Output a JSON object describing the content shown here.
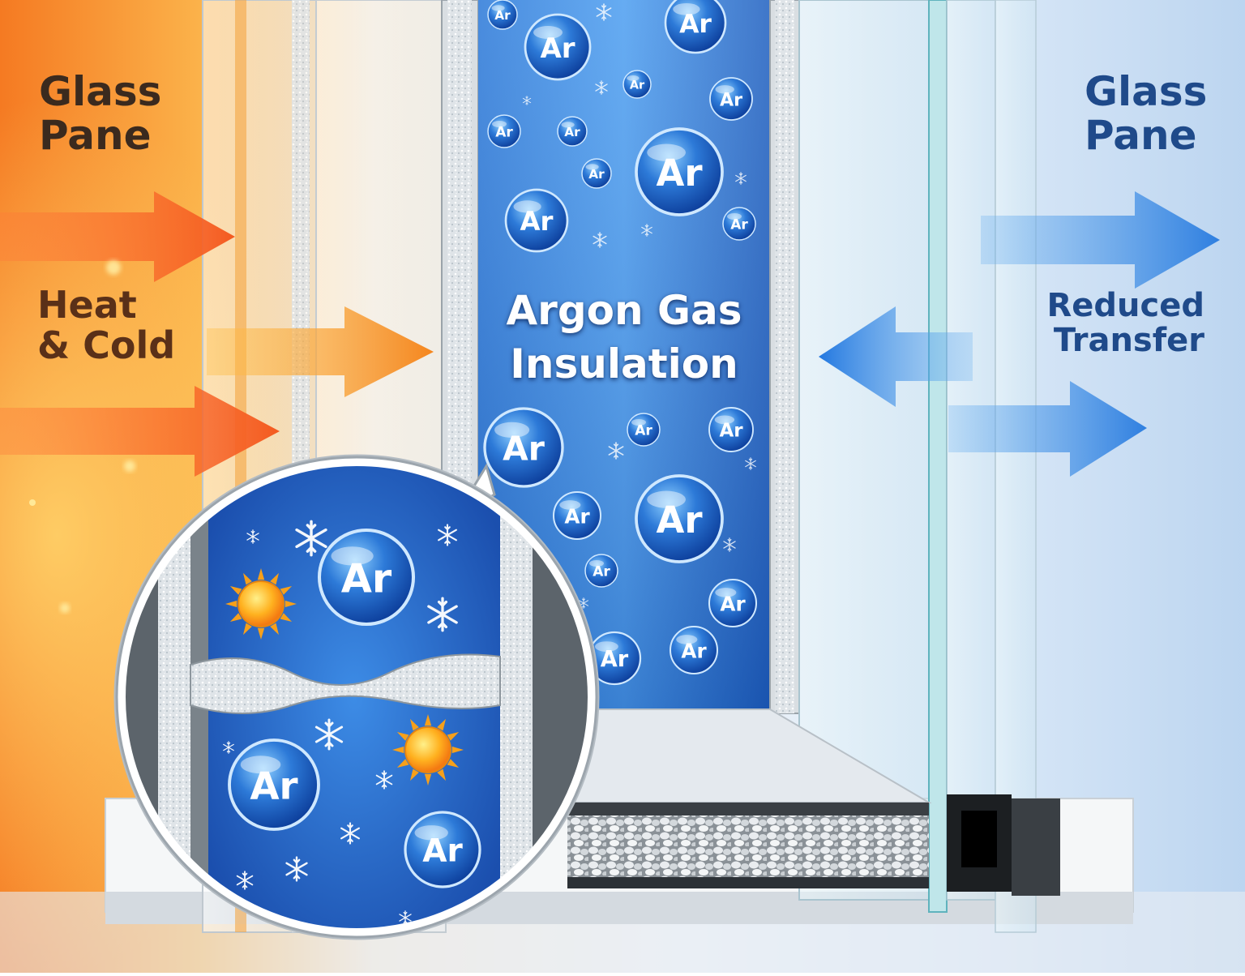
{
  "labels": {
    "left_pane_line1": "Glass",
    "left_pane_line2": "Pane",
    "right_pane_line1": "Glass",
    "right_pane_line2": "Pane",
    "heat_line1": "Heat",
    "heat_line2": "& Cold",
    "reduced_line1": "Reduced",
    "reduced_line2": "Transfer",
    "center_line1": "Argon Gas",
    "center_line2": "Insulation"
  },
  "molecule_symbol": "Ar",
  "icons": [
    "arrow-right-icon",
    "arrow-left-icon",
    "snowflake-icon",
    "sun-icon"
  ],
  "colors": {
    "warm": "#f26a1f",
    "warm_light": "#ffc94d",
    "cool": "#2f7fe0",
    "argon_blue": "#1c5cc4",
    "text_warm": "#3b2a1e",
    "text_cool": "#1f4a8a"
  }
}
